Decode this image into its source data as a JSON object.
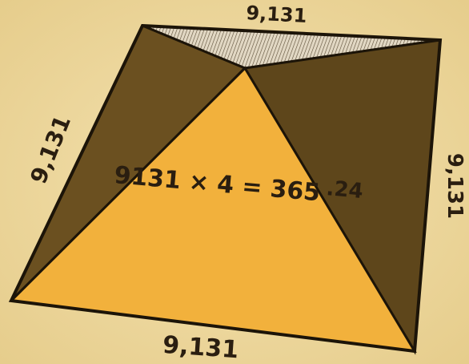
{
  "diagram": {
    "top_edge_label": "9,131",
    "left_edge_label": "9,131",
    "right_edge_label": "9,131",
    "bottom_edge_label": "9,131",
    "equation": {
      "text": "9131 × 4 = 365",
      "decimal": ".24"
    }
  },
  "colors": {
    "background": "#efd9a0",
    "front_face": "#f2b13c",
    "side_faces": "#6b5020",
    "back_face": "#d8cdb8",
    "outline": "#1c1408"
  }
}
